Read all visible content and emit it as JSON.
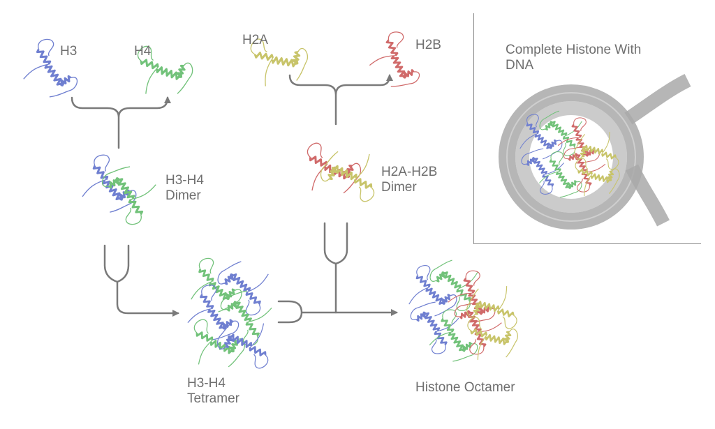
{
  "labels": {
    "h3": "H3",
    "h4": "H4",
    "h2a": "H2A",
    "h2b": "H2B",
    "h3h4_dimer_line1": "H3-H4",
    "h3h4_dimer_line2": "Dimer",
    "h2ah2b_dimer_line1": "H2A-H2B",
    "h2ah2b_dimer_line2": "Dimer",
    "tetramer_line1": "H3-H4",
    "tetramer_line2": "Tetramer",
    "octamer": "Histone Octamer",
    "complete_line1": "Complete Histone With",
    "complete_line2": "DNA"
  },
  "colors": {
    "h3": "#6f7fd0",
    "h4": "#72c27a",
    "h2a": "#c8c46a",
    "h2b": "#d06a6a",
    "arrow": "#7a7a7a",
    "dna": "#a9a9a9",
    "text": "#6f6f6f"
  }
}
